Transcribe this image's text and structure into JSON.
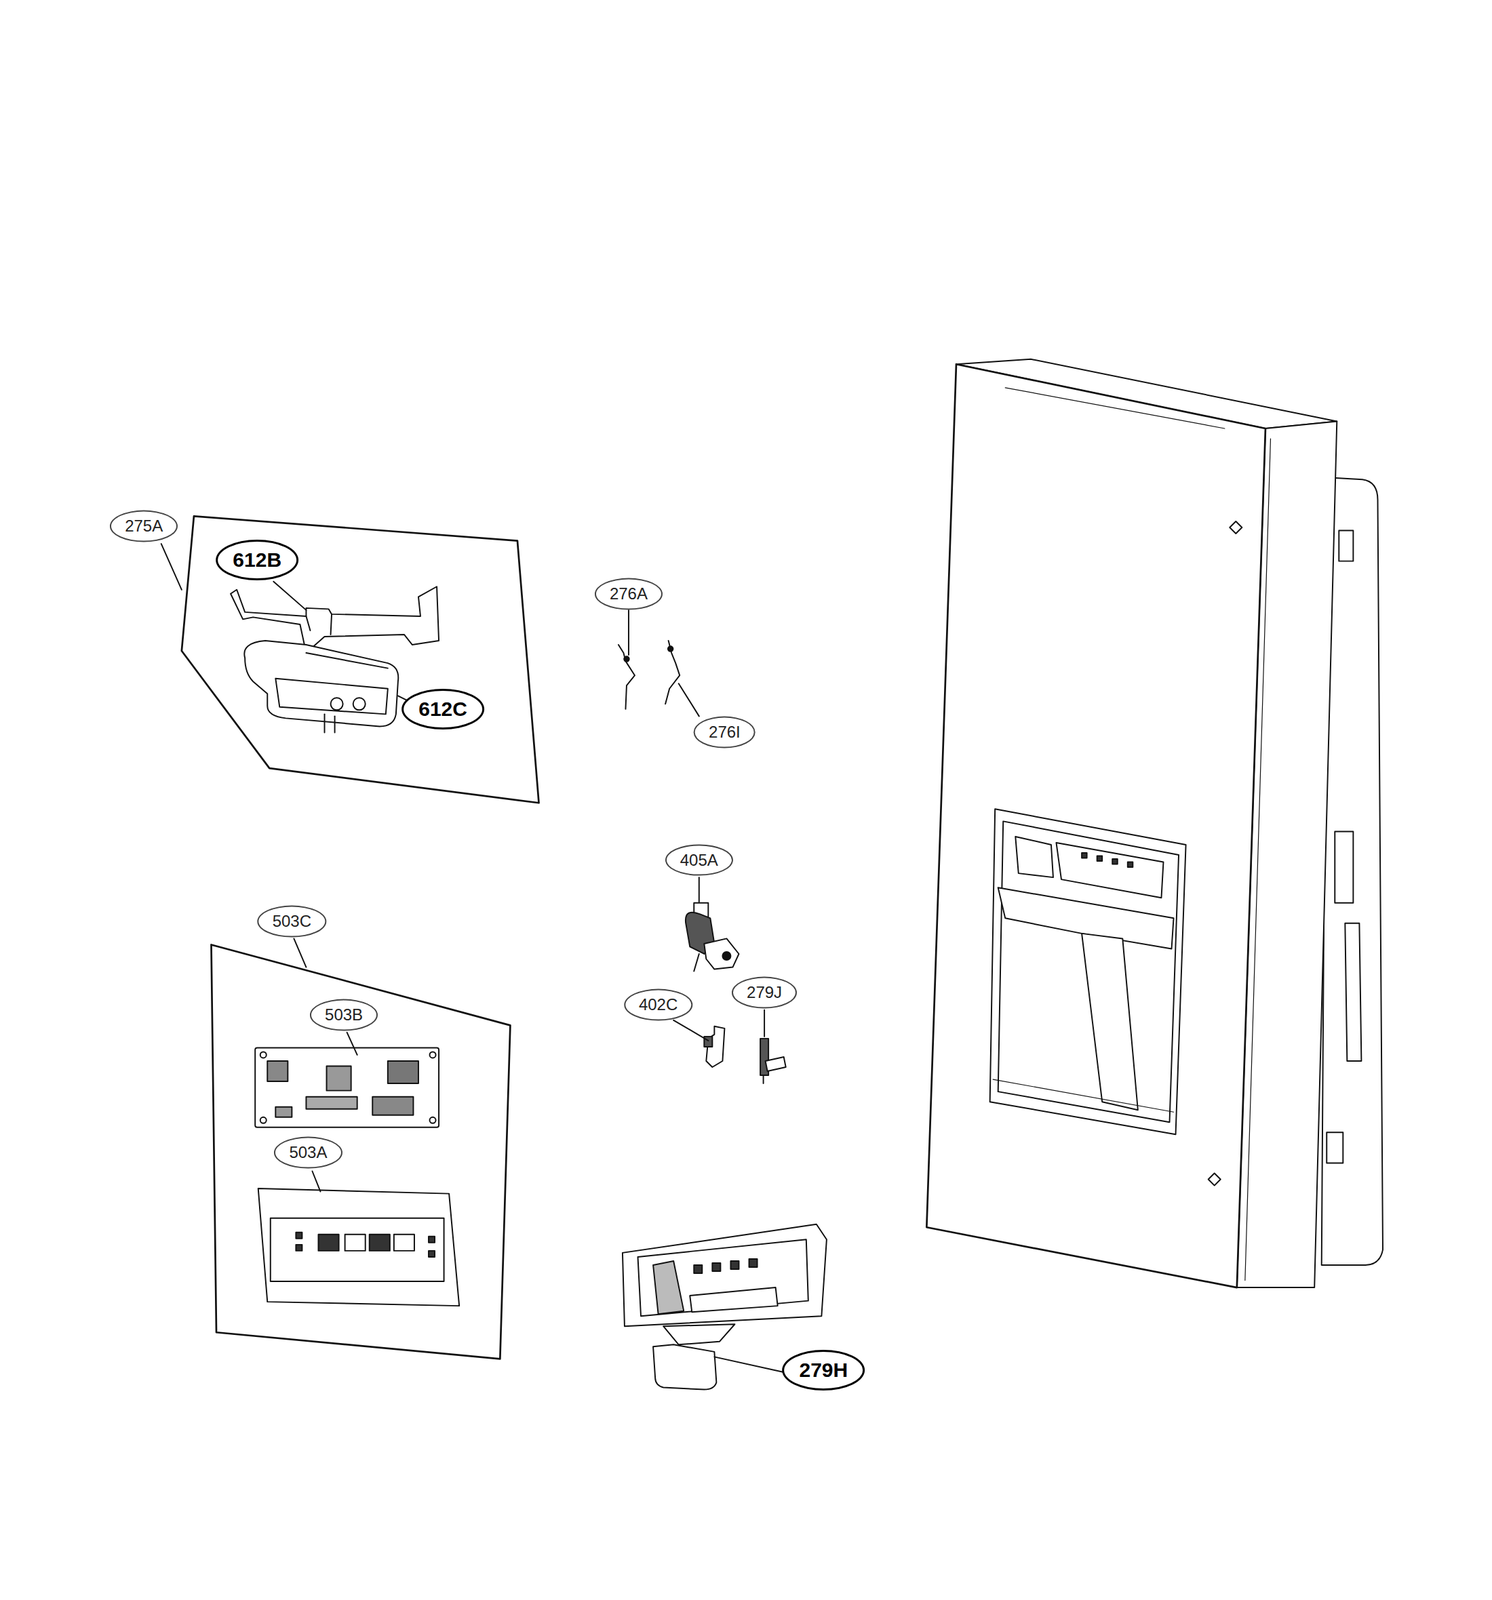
{
  "diagram": {
    "labels": [
      "275A",
      "612B",
      "612C",
      "276A",
      "276I",
      "405A",
      "503C",
      "503B",
      "402C",
      "279J",
      "503A",
      "279H"
    ]
  }
}
